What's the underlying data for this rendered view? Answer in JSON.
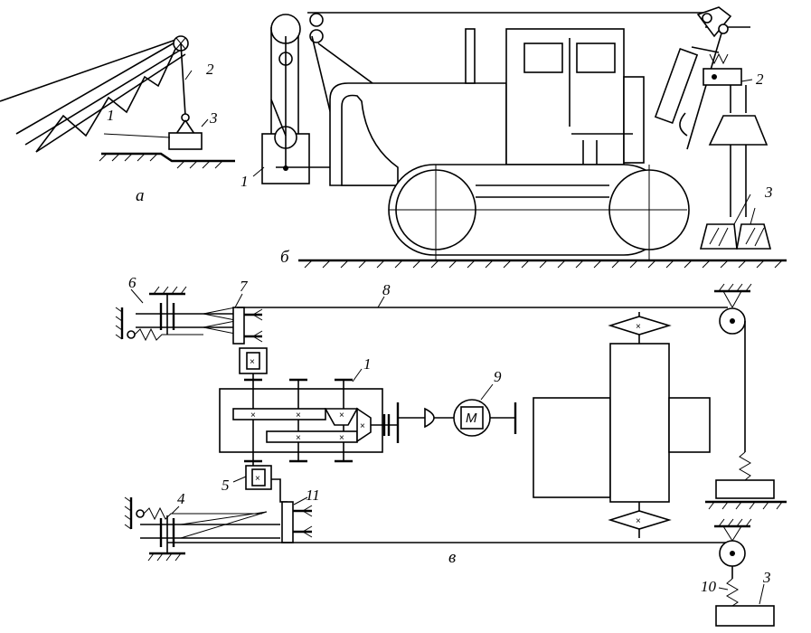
{
  "captions": {
    "a": "а",
    "b": "б",
    "v": "в"
  },
  "labels_a": {
    "boom_line": "1",
    "rope": "2",
    "weight": "3"
  },
  "labels_b": {
    "frame": "1",
    "mast": "2",
    "tamper": "3"
  },
  "labels_v": {
    "gearbox": "1",
    "weight": "3",
    "brake_bottom": "4",
    "clutch_bottom": "5",
    "brake_top": "6",
    "clutch_top": "7",
    "rope_top": "8",
    "motor": "9",
    "spring": "10",
    "clutch_lower": "11"
  },
  "motor_symbol": "M",
  "bearing_mark": "×"
}
